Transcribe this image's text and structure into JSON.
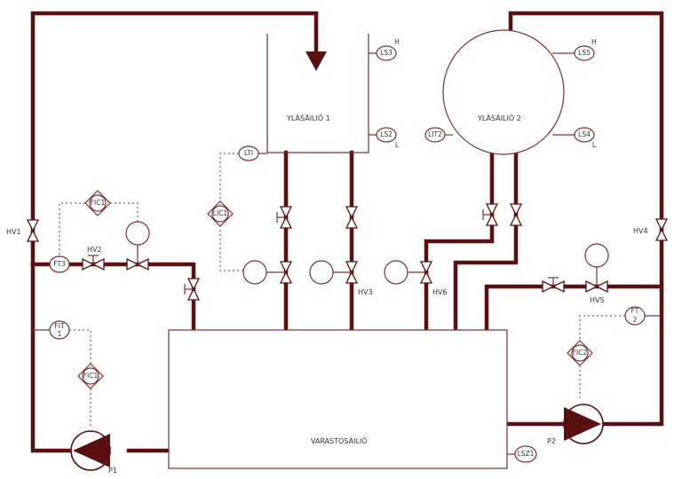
{
  "tanks": {
    "ylasailio1": "YLÄSÄILIÖ  1",
    "ylasailio2": "YLÄSÄILIÖ  2",
    "varastosailio": "VARASTOSÄILIÖ"
  },
  "instruments": {
    "ls3": "LS3",
    "ls2": "LS2",
    "ls5": "LS5",
    "ls4": "LS4",
    "lti": "LTI",
    "lit2": "LIT2",
    "lic1": "LIC1",
    "fic1_top": "FIC1",
    "fic1_bottom": "FIC1",
    "fic2": "FIC2",
    "ft3": "FT3",
    "fit1_a": "FIT",
    "fit1_b": "1",
    "ft2_a": "FT",
    "ft2_b": "2",
    "lsz1": "LSZ1"
  },
  "level_marks": {
    "h1": "H",
    "l1": "L",
    "h2": "H",
    "l2": "L"
  },
  "valves": {
    "hv1": "HV1",
    "hv2": "HV2",
    "hv3": "HV3",
    "hv4": "HV4",
    "hv5": "HV5",
    "hv6": "HV6"
  },
  "pumps": {
    "p1": "P1",
    "p2": "P2"
  },
  "colors": {
    "pipe": "#5a1010",
    "line": "#7a3030"
  }
}
